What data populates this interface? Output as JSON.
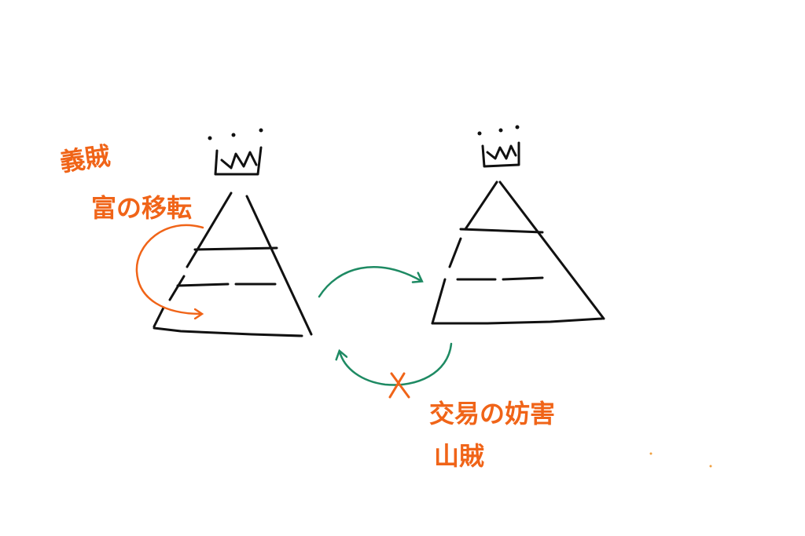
{
  "colors": {
    "ink": "#111111",
    "orange": "#f06418",
    "green": "#1e8a63",
    "background": "#ffffff"
  },
  "labels": {
    "left_title": "義賊",
    "left_subtitle": "富の移転",
    "right_title": "交易の妨害",
    "right_subtitle": "山賊"
  },
  "icons": {
    "left_crown": "crown-icon",
    "right_crown": "crown-icon",
    "cross_mark": "x-mark-icon"
  }
}
